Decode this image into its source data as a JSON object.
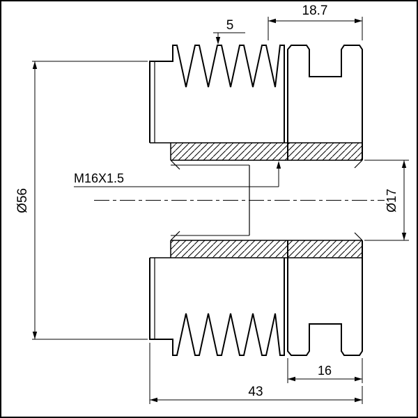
{
  "drawing": {
    "description": "Technical cross-section drawing of an alternator freewheel pulley with poly-V belt grooves",
    "colors": {
      "line": "#000000",
      "background": "#ffffff"
    },
    "labels": {
      "dim_top_width": "18.7",
      "dim_groove_pitch": "5",
      "dim_outer_diameter": "Ø56",
      "dim_thread": "M16X1.5",
      "dim_bore_diameter": "Ø17",
      "dim_hub_length": "16",
      "dim_overall_length": "43"
    }
  }
}
